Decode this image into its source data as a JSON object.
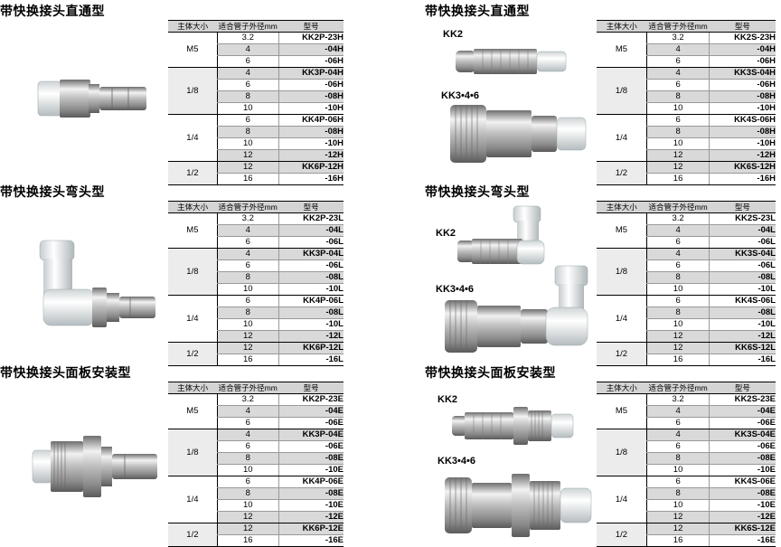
{
  "headers": {
    "body_size": "主体大小",
    "tube_od": "适合管子外径mm",
    "model": "型号"
  },
  "colors": {
    "header_bg": "#d4d4d4",
    "shade": "#d9d9d9",
    "body_shade": "#ececec"
  },
  "sections": [
    {
      "title": "带快换接头直通型",
      "image_icon": "straight-plug-fitting-icon",
      "labels": [],
      "groups": [
        {
          "body": "M5",
          "rows": [
            {
              "tube": "3.2",
              "model": "KK2P-23H"
            },
            {
              "tube": "4",
              "model": "-04H"
            },
            {
              "tube": "6",
              "model": "-06H"
            }
          ]
        },
        {
          "body": "1/8",
          "rows": [
            {
              "tube": "4",
              "model": "KK3P-04H"
            },
            {
              "tube": "6",
              "model": "-06H"
            },
            {
              "tube": "8",
              "model": "-08H"
            },
            {
              "tube": "10",
              "model": "-10H"
            }
          ]
        },
        {
          "body": "1/4",
          "rows": [
            {
              "tube": "6",
              "model": "KK4P-06H"
            },
            {
              "tube": "8",
              "model": "-08H"
            },
            {
              "tube": "10",
              "model": "-10H"
            },
            {
              "tube": "12",
              "model": "-12H"
            }
          ]
        },
        {
          "body": "1/2",
          "rows": [
            {
              "tube": "12",
              "model": "KK6P-12H"
            },
            {
              "tube": "16",
              "model": "-16H"
            }
          ]
        }
      ]
    },
    {
      "title": "带快换接头直通型",
      "image_icon": "straight-socket-fitting-icon",
      "labels": [
        "KK2",
        "KK3•4•6"
      ],
      "groups": [
        {
          "body": "M5",
          "rows": [
            {
              "tube": "3.2",
              "model": "KK2S-23H"
            },
            {
              "tube": "4",
              "model": "-04H"
            },
            {
              "tube": "6",
              "model": "-06H"
            }
          ]
        },
        {
          "body": "1/8",
          "rows": [
            {
              "tube": "4",
              "model": "KK3S-04H"
            },
            {
              "tube": "6",
              "model": "-06H"
            },
            {
              "tube": "8",
              "model": "-08H"
            },
            {
              "tube": "10",
              "model": "-10H"
            }
          ]
        },
        {
          "body": "1/4",
          "rows": [
            {
              "tube": "6",
              "model": "KK4S-06H"
            },
            {
              "tube": "8",
              "model": "-08H"
            },
            {
              "tube": "10",
              "model": "-10H"
            },
            {
              "tube": "12",
              "model": "-12H"
            }
          ]
        },
        {
          "body": "1/2",
          "rows": [
            {
              "tube": "12",
              "model": "KK6S-12H"
            },
            {
              "tube": "16",
              "model": "-16H"
            }
          ]
        }
      ]
    },
    {
      "title": "带快换接头弯头型",
      "image_icon": "elbow-plug-fitting-icon",
      "labels": [],
      "groups": [
        {
          "body": "M5",
          "rows": [
            {
              "tube": "3.2",
              "model": "KK2P-23L"
            },
            {
              "tube": "4",
              "model": "-04L"
            },
            {
              "tube": "6",
              "model": "-06L"
            }
          ]
        },
        {
          "body": "1/8",
          "rows": [
            {
              "tube": "4",
              "model": "KK3P-04L"
            },
            {
              "tube": "6",
              "model": "-06L"
            },
            {
              "tube": "8",
              "model": "-08L"
            },
            {
              "tube": "10",
              "model": "-10L"
            }
          ]
        },
        {
          "body": "1/4",
          "rows": [
            {
              "tube": "6",
              "model": "KK4P-06L"
            },
            {
              "tube": "8",
              "model": "-08L"
            },
            {
              "tube": "10",
              "model": "-10L"
            },
            {
              "tube": "12",
              "model": "-12L"
            }
          ]
        },
        {
          "body": "1/2",
          "rows": [
            {
              "tube": "12",
              "model": "KK6P-12L"
            },
            {
              "tube": "16",
              "model": "-16L"
            }
          ]
        }
      ]
    },
    {
      "title": "带快换接头弯头型",
      "image_icon": "elbow-socket-fitting-icon",
      "labels": [
        "KK2",
        "KK3•4•6"
      ],
      "groups": [
        {
          "body": "M5",
          "rows": [
            {
              "tube": "3.2",
              "model": "KK2S-23L"
            },
            {
              "tube": "4",
              "model": "-04L"
            },
            {
              "tube": "6",
              "model": "-06L"
            }
          ]
        },
        {
          "body": "1/8",
          "rows": [
            {
              "tube": "4",
              "model": "KK3S-04L"
            },
            {
              "tube": "6",
              "model": "-06L"
            },
            {
              "tube": "8",
              "model": "-08L"
            },
            {
              "tube": "10",
              "model": "-10L"
            }
          ]
        },
        {
          "body": "1/4",
          "rows": [
            {
              "tube": "6",
              "model": "KK4S-06L"
            },
            {
              "tube": "8",
              "model": "-08L"
            },
            {
              "tube": "10",
              "model": "-10L"
            },
            {
              "tube": "12",
              "model": "-12L"
            }
          ]
        },
        {
          "body": "1/2",
          "rows": [
            {
              "tube": "12",
              "model": "KK6S-12L"
            },
            {
              "tube": "16",
              "model": "-16L"
            }
          ]
        }
      ]
    },
    {
      "title": "带快换接头面板安装型",
      "image_icon": "bulkhead-plug-fitting-icon",
      "labels": [],
      "groups": [
        {
          "body": "M5",
          "rows": [
            {
              "tube": "3.2",
              "model": "KK2P-23E"
            },
            {
              "tube": "4",
              "model": "-04E"
            },
            {
              "tube": "6",
              "model": "-06E"
            }
          ]
        },
        {
          "body": "1/8",
          "rows": [
            {
              "tube": "4",
              "model": "KK3P-04E"
            },
            {
              "tube": "6",
              "model": "-06E"
            },
            {
              "tube": "8",
              "model": "-08E"
            },
            {
              "tube": "10",
              "model": "-10E"
            }
          ]
        },
        {
          "body": "1/4",
          "rows": [
            {
              "tube": "6",
              "model": "KK4P-06E"
            },
            {
              "tube": "8",
              "model": "-08E"
            },
            {
              "tube": "10",
              "model": "-10E"
            },
            {
              "tube": "12",
              "model": "-12E"
            }
          ]
        },
        {
          "body": "1/2",
          "rows": [
            {
              "tube": "12",
              "model": "KK6P-12E"
            },
            {
              "tube": "16",
              "model": "-16E"
            }
          ]
        }
      ]
    },
    {
      "title": "带快换接头面板安装型",
      "image_icon": "bulkhead-socket-fitting-icon",
      "labels": [
        "KK2",
        "KK3•4•6"
      ],
      "groups": [
        {
          "body": "M5",
          "rows": [
            {
              "tube": "3.2",
              "model": "KK2S-23E"
            },
            {
              "tube": "4",
              "model": "-04E"
            },
            {
              "tube": "6",
              "model": "-06E"
            }
          ]
        },
        {
          "body": "1/8",
          "rows": [
            {
              "tube": "4",
              "model": "KK3S-04E"
            },
            {
              "tube": "6",
              "model": "-06E"
            },
            {
              "tube": "8",
              "model": "-08E"
            },
            {
              "tube": "10",
              "model": "-10E"
            }
          ]
        },
        {
          "body": "1/4",
          "rows": [
            {
              "tube": "6",
              "model": "KK4S-06E"
            },
            {
              "tube": "8",
              "model": "-08E"
            },
            {
              "tube": "10",
              "model": "-10E"
            },
            {
              "tube": "12",
              "model": "-12E"
            }
          ]
        },
        {
          "body": "1/2",
          "rows": [
            {
              "tube": "12",
              "model": "KK6S-12E"
            },
            {
              "tube": "16",
              "model": "-16E"
            }
          ]
        }
      ]
    }
  ]
}
